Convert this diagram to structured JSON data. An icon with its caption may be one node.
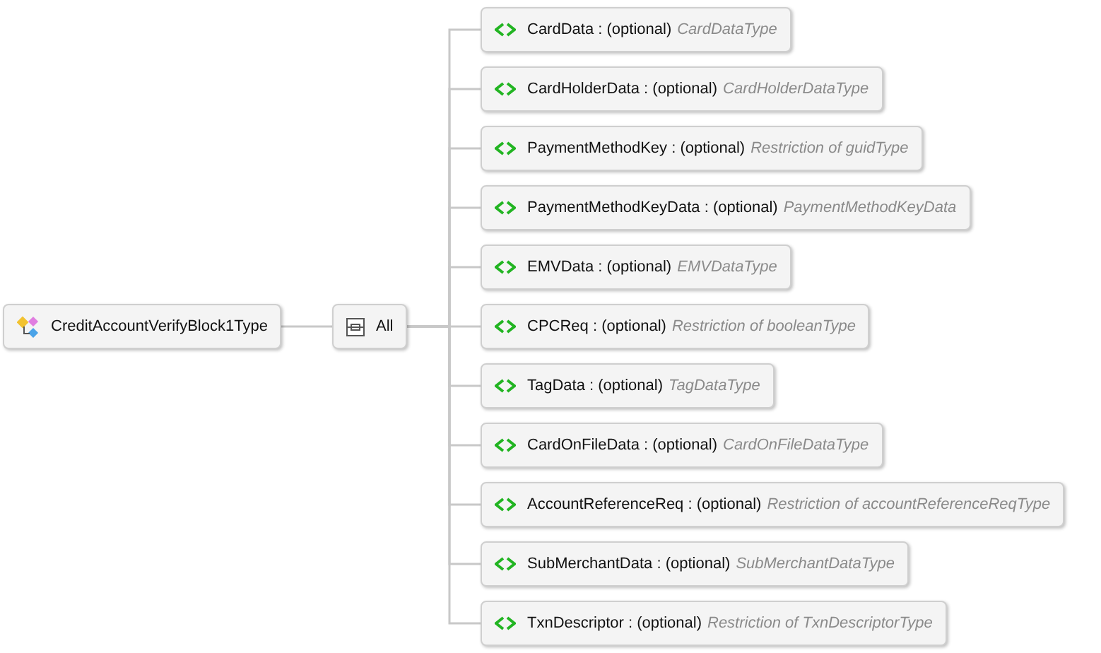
{
  "diagram": {
    "nodes": [
      {
        "text": [
          "CreditAccountVerifyBlock1Type"
        ]
      },
      {
        "text": [
          "All"
        ]
      },
      {
        "text": [
          "CardData : (optional)",
          "CardDataType"
        ]
      },
      {
        "text": [
          "CardHolderData : (optional)",
          "CardHolderDataType"
        ]
      },
      {
        "text": [
          "PaymentMethodKey : (optional)",
          "Restriction of guidType"
        ]
      },
      {
        "text": [
          "PaymentMethodKeyData : (optional)",
          "PaymentMethodKeyData"
        ]
      },
      {
        "text": [
          "EMVData : (optional)",
          "EMVDataType"
        ]
      },
      {
        "text": [
          "CPCReq : (optional)",
          "Restriction of booleanType"
        ]
      },
      {
        "text": [
          "TagData : (optional)",
          "TagDataType"
        ]
      },
      {
        "text": [
          "CardOnFileData : (optional)",
          "CardOnFileDataType"
        ]
      },
      {
        "text": [
          "AccountReferenceReq : (optional)",
          "Restriction of accountReferenceReqType"
        ]
      },
      {
        "text": [
          "SubMerchantData : (optional)",
          "SubMerchantDataType"
        ]
      },
      {
        "text": [
          "TxnDescriptor : (optional)",
          "Restriction of TxnDescriptorType"
        ]
      }
    ],
    "edges": [
      {
        "from": 0,
        "to": 1,
        "arrow": "none"
      },
      {
        "from": 1,
        "to": 2,
        "arrow": "none"
      },
      {
        "from": 1,
        "to": 3,
        "arrow": "none"
      },
      {
        "from": 1,
        "to": 4,
        "arrow": "none"
      },
      {
        "from": 1,
        "to": 5,
        "arrow": "none"
      },
      {
        "from": 1,
        "to": 6,
        "arrow": "none"
      },
      {
        "from": 1,
        "to": 7,
        "arrow": "none"
      },
      {
        "from": 1,
        "to": 8,
        "arrow": "none"
      },
      {
        "from": 1,
        "to": 9,
        "arrow": "none"
      },
      {
        "from": 1,
        "to": 10,
        "arrow": "none"
      },
      {
        "from": 1,
        "to": 11,
        "arrow": "none"
      },
      {
        "from": 1,
        "to": 12,
        "arrow": "none"
      }
    ]
  }
}
